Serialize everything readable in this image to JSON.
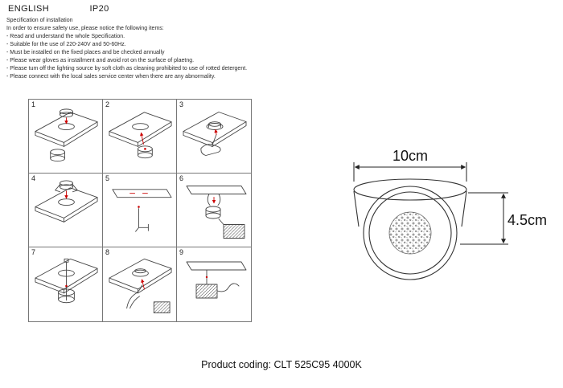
{
  "header": {
    "language": "ENGLISH",
    "ip_rating": "IP20"
  },
  "spec": {
    "title": "Specification of installation",
    "intro": "In order to ensure safety use, please notice the following items:",
    "items": [
      "- Read and understand the whole Specification.",
      "- Suitable for the use of 220-240V and 50-60Hz.",
      "- Must be installed on the fixed places and be checked annually",
      "- Please wear gloves as installment and avoid rot on the surface of plaetng.",
      "- Please tum off the lighting source by soft cloth as cleaning prohibited to use of rotted detergent.",
      "- Please connect with the local sales service center when there are any abnormality."
    ]
  },
  "steps": [
    {
      "num": "1"
    },
    {
      "num": "2"
    },
    {
      "num": "3"
    },
    {
      "num": "4"
    },
    {
      "num": "5"
    },
    {
      "num": "6"
    },
    {
      "num": "7"
    },
    {
      "num": "8"
    },
    {
      "num": "9"
    }
  ],
  "dimensions": {
    "width": "10cm",
    "height": "4.5cm"
  },
  "footer": {
    "product_coding": "Product coding: CLT 525C95 4000K"
  },
  "colors": {
    "accent_red": "#cc0000",
    "line": "#454545"
  }
}
